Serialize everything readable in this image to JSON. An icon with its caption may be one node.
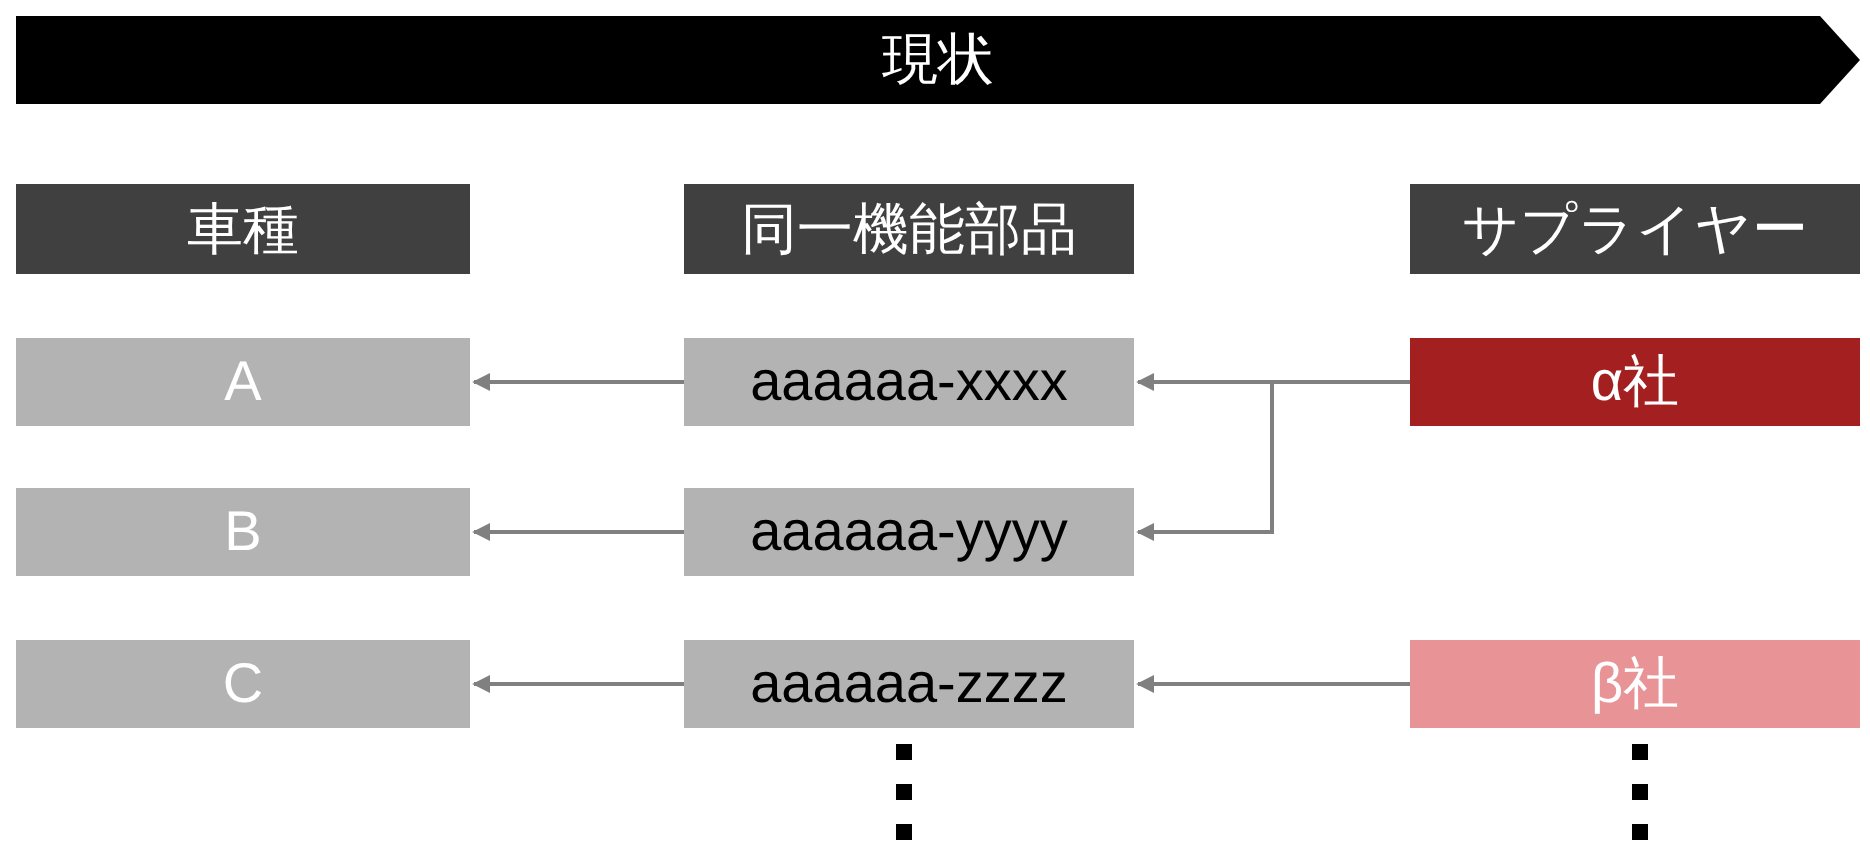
{
  "diagram": {
    "nodes": [
      {
        "text": [
          "現状"
        ]
      },
      {
        "text": [
          "車種"
        ]
      },
      {
        "text": [
          "同一機能部品"
        ]
      },
      {
        "text": [
          "サプライヤー"
        ]
      },
      {
        "text": [
          "A"
        ]
      },
      {
        "text": [
          "aaaaaa-xxxx"
        ]
      },
      {
        "text": [
          "α社"
        ]
      },
      {
        "text": [
          "B"
        ]
      },
      {
        "text": [
          "aaaaaa-yyyy"
        ]
      },
      {
        "text": [
          "C"
        ]
      },
      {
        "text": [
          "aaaaaa-zzzz"
        ]
      },
      {
        "text": [
          "β社"
        ]
      }
    ],
    "edges": [
      {
        "from": 5,
        "to": 4,
        "arrow": "to"
      },
      {
        "from": 6,
        "to": 5,
        "arrow": "to"
      },
      {
        "from": 6,
        "to": 8,
        "arrow": "to"
      },
      {
        "from": 8,
        "to": 7,
        "arrow": "to"
      },
      {
        "from": 10,
        "to": 9,
        "arrow": "to"
      },
      {
        "from": 11,
        "to": 10,
        "arrow": "to"
      }
    ]
  }
}
